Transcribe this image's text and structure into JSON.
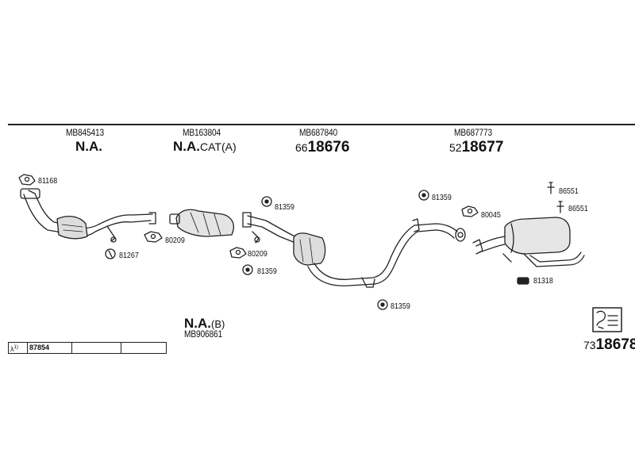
{
  "columns": [
    {
      "part_no": "MB845413",
      "status": "N.A.",
      "status_suffix": "",
      "ref_prefix": "",
      "ref_main": ""
    },
    {
      "part_no": "MB163804",
      "status": "N.A.",
      "status_suffix": "CAT(A)",
      "ref_prefix": "",
      "ref_main": ""
    },
    {
      "part_no": "MB687840",
      "status": "",
      "status_suffix": "",
      "ref_prefix": "66",
      "ref_main": "18676"
    },
    {
      "part_no": "MB687773",
      "status": "",
      "status_suffix": "",
      "ref_prefix": "52",
      "ref_main": "18677"
    }
  ],
  "callouts": [
    {
      "code": "81168",
      "icon": "gasket-icon"
    },
    {
      "code": "80209",
      "icon": "gasket-icon"
    },
    {
      "code": "81267",
      "icon": "mount-icon"
    },
    {
      "code": "81359",
      "icon": "rubber-hanger-icon"
    },
    {
      "code": "80209",
      "icon": "gasket-icon"
    },
    {
      "code": "81359",
      "icon": "rubber-hanger-icon"
    },
    {
      "code": "81359",
      "icon": "rubber-hanger-icon"
    },
    {
      "code": "80045",
      "icon": "gasket-icon"
    },
    {
      "code": "81359",
      "icon": "rubber-hanger-icon"
    },
    {
      "code": "86551",
      "icon": "bolt-icon"
    },
    {
      "code": "86551",
      "icon": "bolt-icon"
    },
    {
      "code": "81318",
      "icon": "clamp-icon"
    }
  ],
  "bottom": {
    "status": "N.A.",
    "status_suffix": "(B)",
    "part_no": "MB906861",
    "kit_prefix": "73",
    "kit_main": "18678"
  },
  "table": {
    "symbol": "λ",
    "superscript": "1)",
    "code": "87854"
  }
}
